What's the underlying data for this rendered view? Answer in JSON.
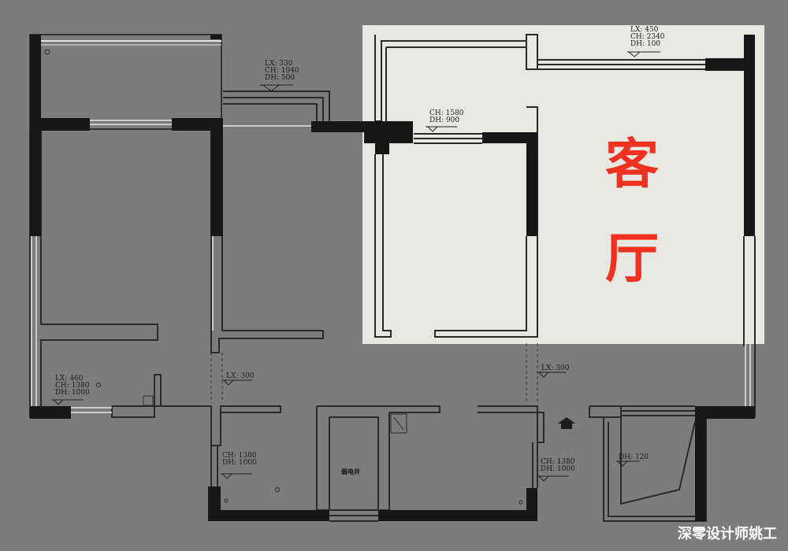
{
  "highlight_room": {
    "name_char_1": "客",
    "name_char_2": "厅",
    "color": "#f0311f",
    "background": "#e9e7e2"
  },
  "window_labels": {
    "top_right": {
      "lx": "LX: 450",
      "ch": "CH: 2340",
      "dh": "DH: 100"
    },
    "living_inner": {
      "ch": "CH: 1580",
      "dh": "DH: 900"
    },
    "top_mid": {
      "lx": "LX: 330",
      "ch": "CH: 1940",
      "dh": "DH: 500"
    },
    "left_bottom": {
      "lx": "LX: 460",
      "ch": "CH: 1380",
      "dh": "DH: 1000"
    },
    "bottom_left": {
      "ch": "CH: 1380",
      "dh": "DH: 1000"
    },
    "bottom_right": {
      "ch": "CH: 1380",
      "dh": "DH: 1000"
    },
    "balcony": {
      "dh": "DH: 120"
    }
  },
  "door_labels": {
    "mid_left": "LX: 300",
    "mid_right": "LX: 300"
  },
  "shaft_label": "弱电井",
  "watermark": "深零设计师姚工",
  "colors": {
    "background": "#7c7c7c",
    "wall": "#171717",
    "line": "#2a2a2a",
    "window": "#e6e6e6"
  }
}
